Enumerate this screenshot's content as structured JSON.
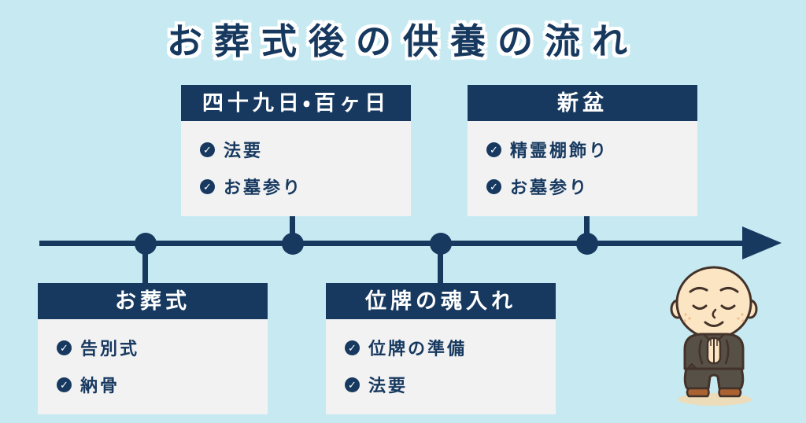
{
  "page": {
    "title": "お葬式後の供養の流れ"
  },
  "colors": {
    "background": "#c7eaf2",
    "navy": "#17395f",
    "card_body": "#f2f2f3",
    "title_outline": "#ffffff"
  },
  "icons": {
    "check": "✓",
    "arrow": "right-arrowhead"
  },
  "timeline": {
    "direction": "left-to-right",
    "node_count": 4
  },
  "cards": [
    {
      "title": "四十九日・百ヶ日",
      "position": "above-timeline",
      "items": [
        "法要",
        "お墓参り"
      ]
    },
    {
      "title": "新盆",
      "position": "above-timeline",
      "items": [
        "精霊棚飾り",
        "お墓参り"
      ]
    },
    {
      "title": "お葬式",
      "position": "below-timeline",
      "items": [
        "告別式",
        "納骨"
      ]
    },
    {
      "title": "位牌の魂入れ",
      "position": "below-timeline",
      "items": [
        "位牌の準備",
        "法要"
      ]
    }
  ],
  "illustration": {
    "name": "praying-monk"
  }
}
